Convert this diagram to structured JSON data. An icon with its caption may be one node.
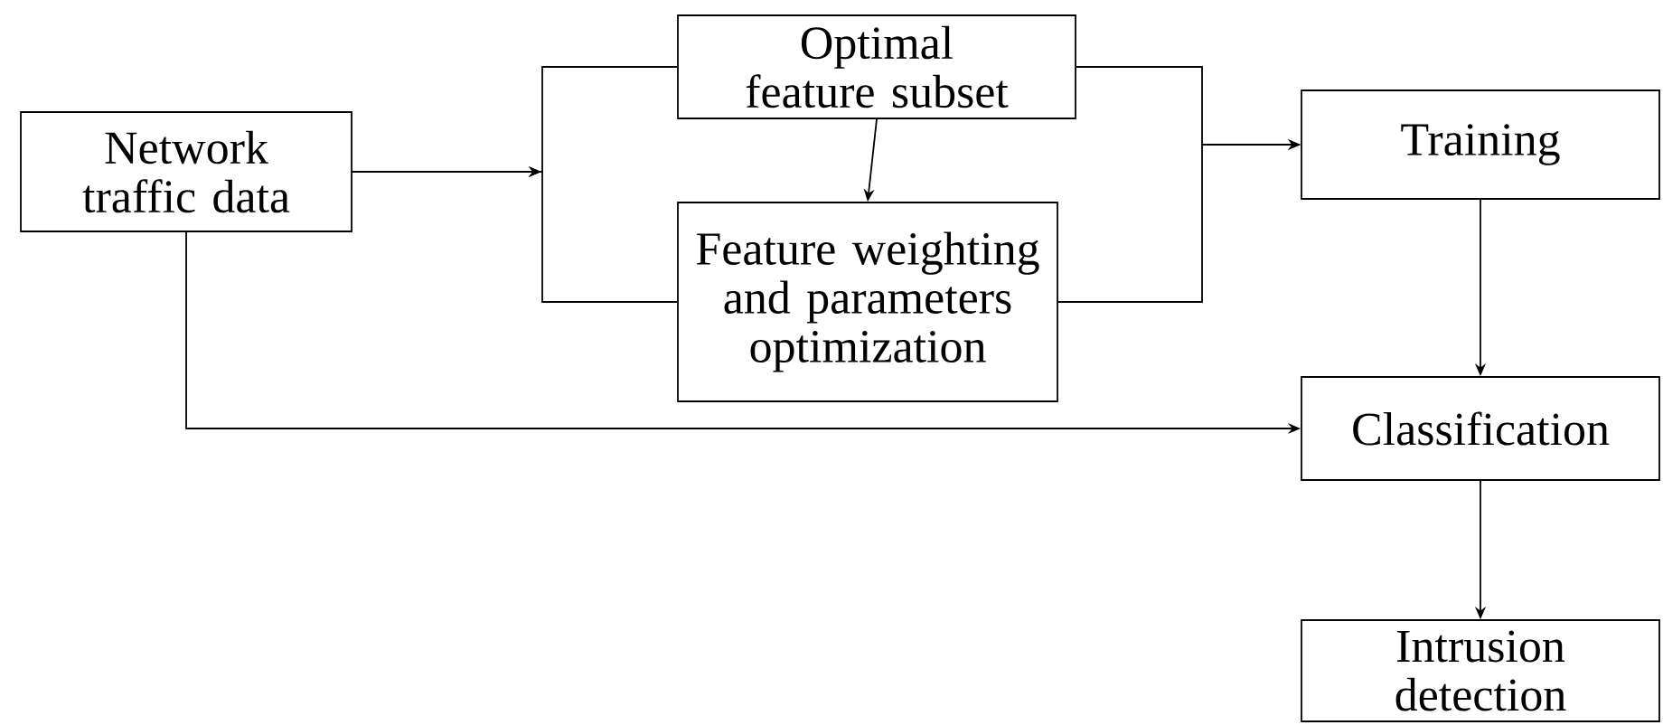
{
  "diagram": {
    "nodes": [
      {
        "text": [
          "Network traffic data"
        ]
      },
      {
        "text": [
          "Optimal feature subset"
        ]
      },
      {
        "text": [
          "Feature weighting and parameters optimization"
        ]
      },
      {
        "text": [
          "Training"
        ]
      },
      {
        "text": [
          "Classification"
        ]
      },
      {
        "text": [
          "Intrusion detection"
        ]
      }
    ],
    "edges": [
      {
        "from": 0,
        "to": 1,
        "arrow": "to"
      },
      {
        "from": 0,
        "to": 2,
        "arrow": "to"
      },
      {
        "from": 1,
        "to": 2,
        "arrow": "to"
      },
      {
        "from": 1,
        "to": 3,
        "arrow": "to"
      },
      {
        "from": 2,
        "to": 3,
        "arrow": "to"
      },
      {
        "from": 3,
        "to": 4,
        "arrow": "to"
      },
      {
        "from": 0,
        "to": 4,
        "arrow": "to"
      },
      {
        "from": 4,
        "to": 5,
        "arrow": "to"
      }
    ]
  }
}
